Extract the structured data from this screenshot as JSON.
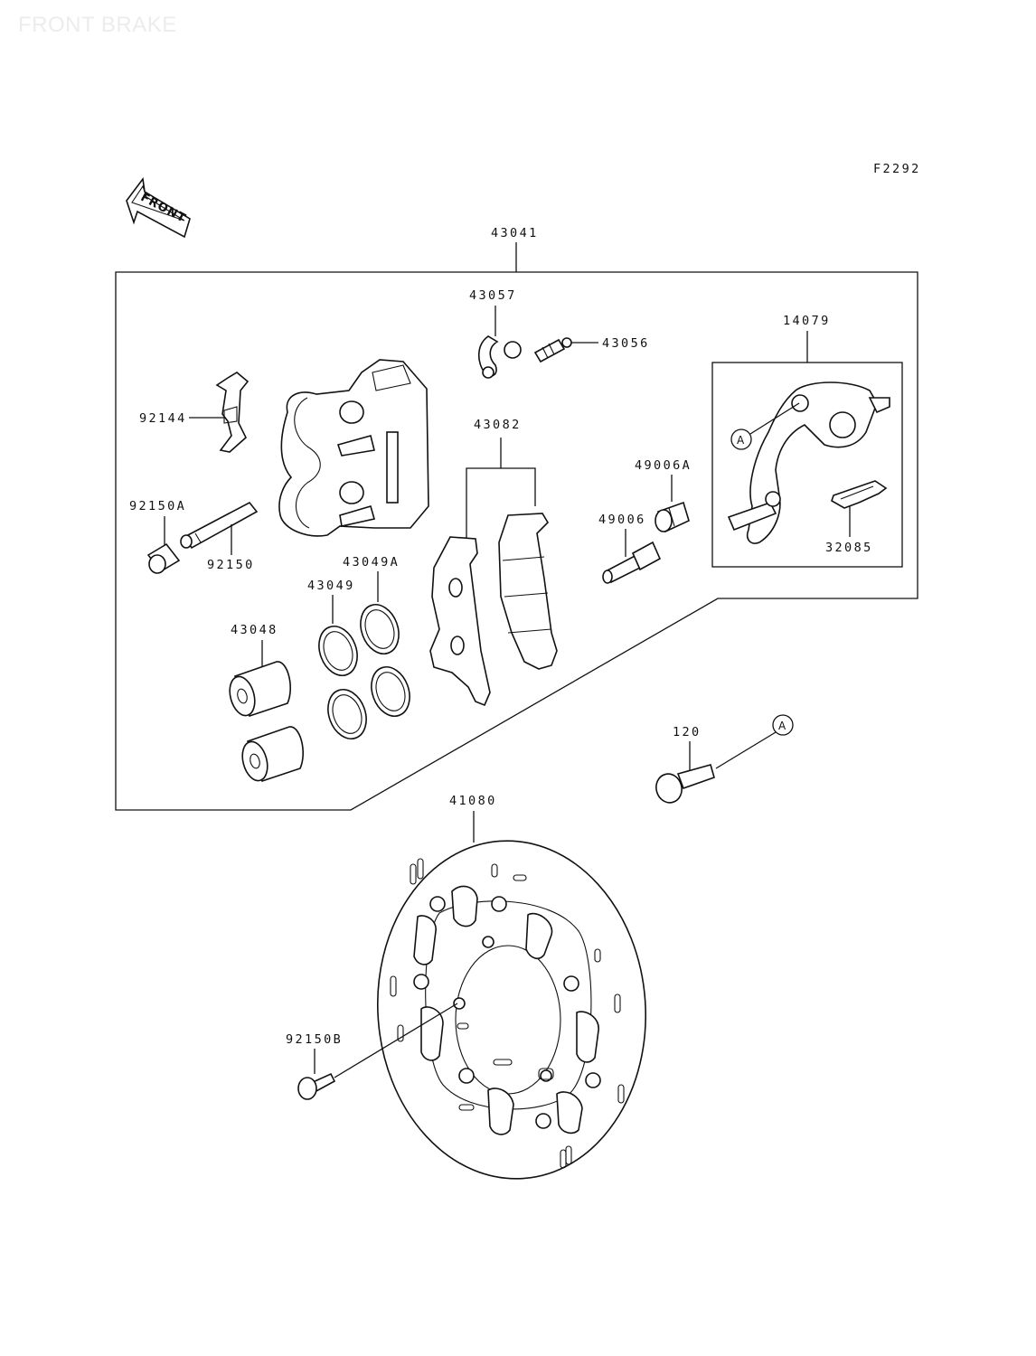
{
  "page_title": "FRONT BRAKE",
  "figure_code": "F2292",
  "front_arrow_text": "FRONT",
  "ref_mark": "A",
  "part_labels": {
    "p43041": "43041",
    "p43057": "43057",
    "p43056": "43056",
    "p14079": "14079",
    "p92144": "92144",
    "p43082": "43082",
    "p49006A": "49006A",
    "p92150A": "92150A",
    "p49006": "49006",
    "p92150": "92150",
    "p32085": "32085",
    "p430494": "43049A",
    "p43049": "43049",
    "p43048": "43048",
    "p120": "120",
    "p41080": "41080",
    "p92150B": "92150B"
  }
}
